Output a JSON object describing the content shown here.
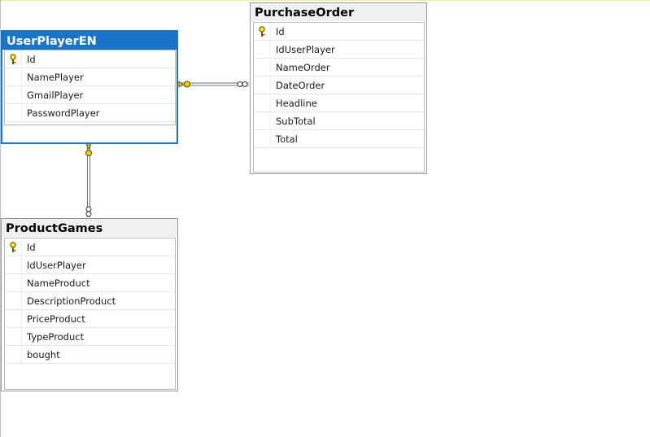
{
  "diagram": {
    "tables": [
      {
        "key": "userplayeren",
        "title": "UserPlayerEN",
        "selected": true,
        "columns": [
          {
            "name": "Id",
            "primary_key": true
          },
          {
            "name": "NamePlayer",
            "primary_key": false
          },
          {
            "name": "GmailPlayer",
            "primary_key": false
          },
          {
            "name": "PasswordPlayer",
            "primary_key": false
          }
        ]
      },
      {
        "key": "purchaseorder",
        "title": "PurchaseOrder",
        "selected": false,
        "columns": [
          {
            "name": "Id",
            "primary_key": true
          },
          {
            "name": "IdUserPlayer",
            "primary_key": false
          },
          {
            "name": "NameOrder",
            "primary_key": false
          },
          {
            "name": "DateOrder",
            "primary_key": false
          },
          {
            "name": "Headline",
            "primary_key": false
          },
          {
            "name": "SubTotal",
            "primary_key": false
          },
          {
            "name": "Total",
            "primary_key": false
          }
        ]
      },
      {
        "key": "productgames",
        "title": "ProductGames",
        "selected": false,
        "columns": [
          {
            "name": "Id",
            "primary_key": true
          },
          {
            "name": "IdUserPlayer",
            "primary_key": false
          },
          {
            "name": "NameProduct",
            "primary_key": false
          },
          {
            "name": "DescriptionProduct",
            "primary_key": false
          },
          {
            "name": "PriceProduct",
            "primary_key": false
          },
          {
            "name": "TypeProduct",
            "primary_key": false
          },
          {
            "name": "bought",
            "primary_key": false
          }
        ]
      }
    ],
    "relationships": [
      {
        "from": "UserPlayerEN",
        "to": "PurchaseOrder",
        "from_end": "key-icon",
        "to_end": "infinity-icon"
      },
      {
        "from": "UserPlayerEN",
        "to": "ProductGames",
        "from_end": "key-icon",
        "to_end": "infinity-icon"
      }
    ]
  }
}
